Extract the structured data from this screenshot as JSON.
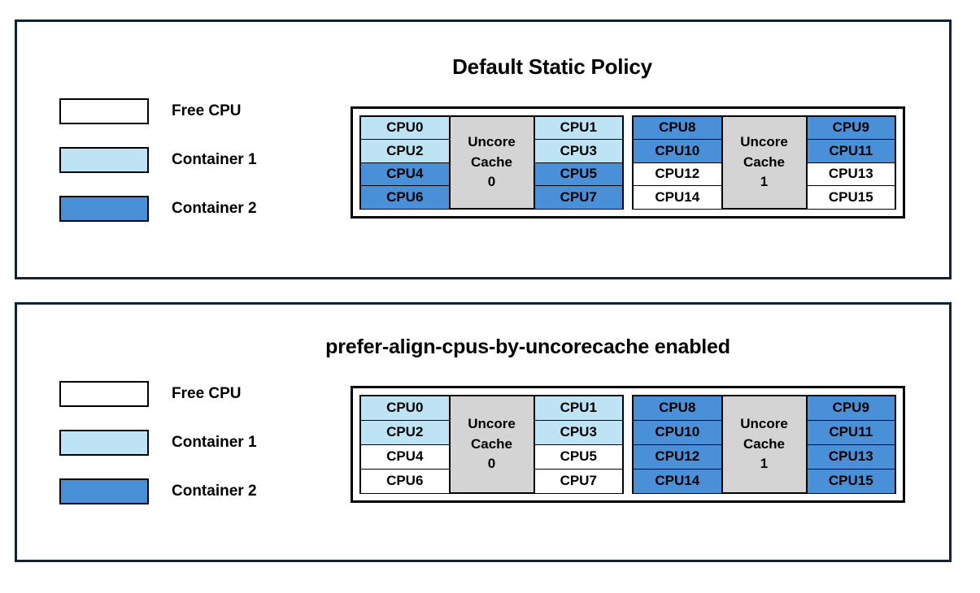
{
  "colors": {
    "free_cpu": "#ffffff",
    "container1": "#bde3f5",
    "container2": "#4a90d9",
    "uncore_cache": "#d4d4d4",
    "panel_border": "#0d2436",
    "cell_border": "#000000",
    "text": "#000000"
  },
  "legend": {
    "items": [
      {
        "label": "Free CPU",
        "fill": "#ffffff"
      },
      {
        "label": "Container 1",
        "fill": "#bde3f5"
      },
      {
        "label": "Container 2",
        "fill": "#4a90d9"
      }
    ]
  },
  "panels": [
    {
      "id": "default-static-policy",
      "title": "Default Static Policy",
      "groups": [
        {
          "cache_line1": "Uncore",
          "cache_line2": "Cache",
          "cache_index": "0",
          "left_column": [
            {
              "label": "CPU0",
              "fill": "#bde3f5",
              "owner": "Container 1"
            },
            {
              "label": "CPU2",
              "fill": "#bde3f5",
              "owner": "Container 1"
            },
            {
              "label": "CPU4",
              "fill": "#4a90d9",
              "owner": "Container 2"
            },
            {
              "label": "CPU6",
              "fill": "#4a90d9",
              "owner": "Container 2"
            }
          ],
          "right_column": [
            {
              "label": "CPU1",
              "fill": "#bde3f5",
              "owner": "Container 1"
            },
            {
              "label": "CPU3",
              "fill": "#bde3f5",
              "owner": "Container 1"
            },
            {
              "label": "CPU5",
              "fill": "#4a90d9",
              "owner": "Container 2"
            },
            {
              "label": "CPU7",
              "fill": "#4a90d9",
              "owner": "Container 2"
            }
          ]
        },
        {
          "cache_line1": "Uncore",
          "cache_line2": "Cache",
          "cache_index": "1",
          "left_column": [
            {
              "label": "CPU8",
              "fill": "#4a90d9",
              "owner": "Container 2"
            },
            {
              "label": "CPU10",
              "fill": "#4a90d9",
              "owner": "Container 2"
            },
            {
              "label": "CPU12",
              "fill": "#ffffff",
              "owner": "Free CPU"
            },
            {
              "label": "CPU14",
              "fill": "#ffffff",
              "owner": "Free CPU"
            }
          ],
          "right_column": [
            {
              "label": "CPU9",
              "fill": "#4a90d9",
              "owner": "Container 2"
            },
            {
              "label": "CPU11",
              "fill": "#4a90d9",
              "owner": "Container 2"
            },
            {
              "label": "CPU13",
              "fill": "#ffffff",
              "owner": "Free CPU"
            },
            {
              "label": "CPU15",
              "fill": "#ffffff",
              "owner": "Free CPU"
            }
          ]
        }
      ]
    },
    {
      "id": "prefer-align-cpus-by-uncorecache-enabled",
      "title": "prefer-align-cpus-by-uncorecache enabled",
      "groups": [
        {
          "cache_line1": "Uncore",
          "cache_line2": "Cache",
          "cache_index": "0",
          "left_column": [
            {
              "label": "CPU0",
              "fill": "#bde3f5",
              "owner": "Container 1"
            },
            {
              "label": "CPU2",
              "fill": "#bde3f5",
              "owner": "Container 1"
            },
            {
              "label": "CPU4",
              "fill": "#ffffff",
              "owner": "Free CPU"
            },
            {
              "label": "CPU6",
              "fill": "#ffffff",
              "owner": "Free CPU"
            }
          ],
          "right_column": [
            {
              "label": "CPU1",
              "fill": "#bde3f5",
              "owner": "Container 1"
            },
            {
              "label": "CPU3",
              "fill": "#bde3f5",
              "owner": "Container 1"
            },
            {
              "label": "CPU5",
              "fill": "#ffffff",
              "owner": "Free CPU"
            },
            {
              "label": "CPU7",
              "fill": "#ffffff",
              "owner": "Free CPU"
            }
          ]
        },
        {
          "cache_line1": "Uncore",
          "cache_line2": "Cache",
          "cache_index": "1",
          "left_column": [
            {
              "label": "CPU8",
              "fill": "#4a90d9",
              "owner": "Container 2"
            },
            {
              "label": "CPU10",
              "fill": "#4a90d9",
              "owner": "Container 2"
            },
            {
              "label": "CPU12",
              "fill": "#4a90d9",
              "owner": "Container 2"
            },
            {
              "label": "CPU14",
              "fill": "#4a90d9",
              "owner": "Container 2"
            }
          ],
          "right_column": [
            {
              "label": "CPU9",
              "fill": "#4a90d9",
              "owner": "Container 2"
            },
            {
              "label": "CPU11",
              "fill": "#4a90d9",
              "owner": "Container 2"
            },
            {
              "label": "CPU13",
              "fill": "#4a90d9",
              "owner": "Container 2"
            },
            {
              "label": "CPU15",
              "fill": "#4a90d9",
              "owner": "Container 2"
            }
          ]
        }
      ]
    }
  ]
}
